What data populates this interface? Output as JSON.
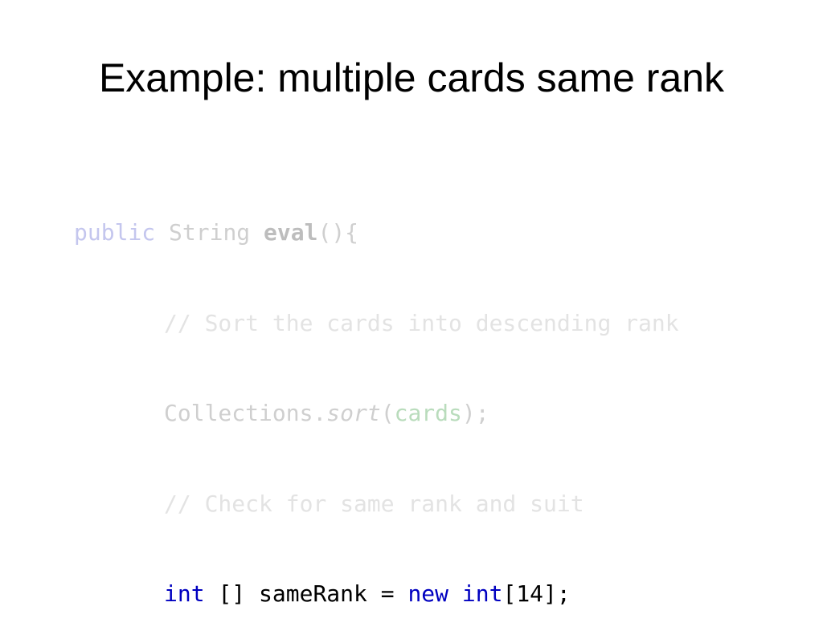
{
  "slide": {
    "title": "Example: multiple cards same rank"
  },
  "code": {
    "line1": {
      "kw_public": "public",
      "type_string": "String",
      "method_eval": "eval",
      "punct": "(){"
    },
    "line2": {
      "comment": "// Sort the cards into descending rank"
    },
    "line3": {
      "class_collections": "Collections.",
      "method_sort": "sort",
      "open_paren": "(",
      "arg_cards": "cards",
      "close": ");"
    },
    "line4": {
      "comment": "// Check for same rank and suit"
    },
    "line5": {
      "kw_int": "int",
      "decl": "[] sameRank = ",
      "kw_new": "new",
      "kw_int2": "int",
      "rest": "[14];"
    }
  },
  "colors": {
    "keyword_active": "#0000c0",
    "text_active": "#000000",
    "keyword_faded": "#c4c6ee",
    "text_faded": "#cfcfcf",
    "comment_faded": "#e3e3e3",
    "field_faded": "#b9dcbc"
  }
}
